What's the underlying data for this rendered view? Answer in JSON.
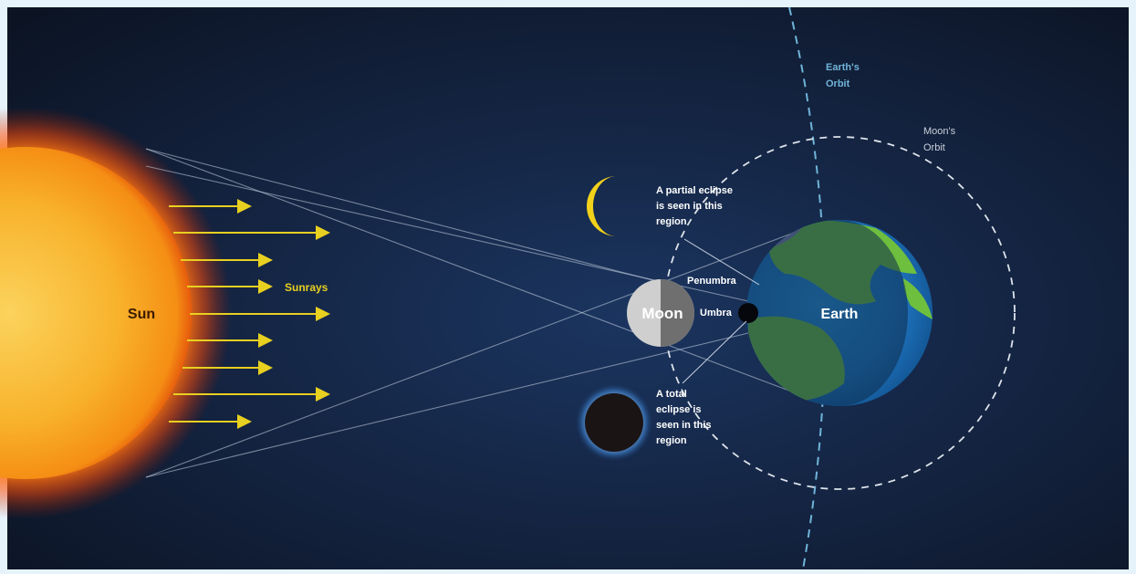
{
  "labels": {
    "sun": "Sun",
    "sunrays": "Sunrays",
    "moon": "Moon",
    "earth": "Earth",
    "penumbra": "Penumbra",
    "umbra": "Umbra",
    "earths_orbit": [
      "Earth's",
      "Orbit"
    ],
    "moons_orbit": [
      "Moon's",
      "Orbit"
    ],
    "partial_eclipse": [
      "A partial eclipse",
      "is seen in this",
      "region"
    ],
    "total_eclipse": [
      "A total",
      "eclipse is",
      "seen in this",
      "region"
    ]
  },
  "colors": {
    "space": "#0f1a2e",
    "sun": "#f59a16",
    "sunrays": "#e8d020",
    "earths_orbit": "#6fb4d8",
    "moons_orbit": "#dde3ea",
    "text": "#ffffff",
    "sun_text": "#3a1a00",
    "sunrays_text": "#e8d020"
  },
  "icons": [
    "crescent-moon-icon",
    "solar-eclipse-icon"
  ]
}
